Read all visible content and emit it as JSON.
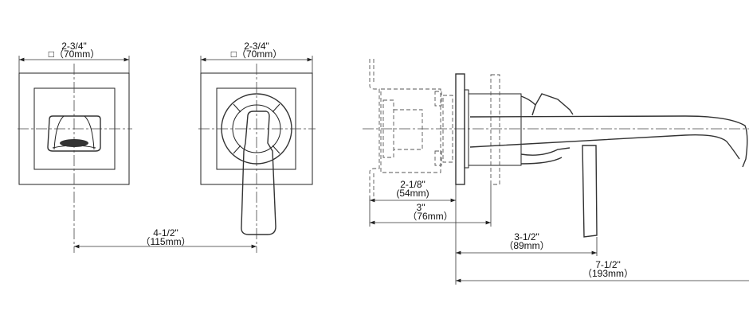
{
  "front_view_1": {
    "dim_in": "2-3/4\"",
    "dim_mm": "□（70mm）"
  },
  "front_view_2": {
    "dim_in": "2-3/4\"",
    "dim_mm": "□（70mm）"
  },
  "center_spacing": {
    "dim_in": "4-1/2\"",
    "dim_mm": "（115mm）"
  },
  "side_view": {
    "dim_wall_depth": {
      "in": "2-1/8\"",
      "mm": "(54mm)"
    },
    "dim_max_depth": {
      "in": "3\"",
      "mm": "（76mm）"
    },
    "dim_lever_reach": {
      "in": "3-1/2\"",
      "mm": "（89mm）"
    },
    "dim_spout_reach": {
      "in": "7-1/2\"",
      "mm": "（193mm）"
    }
  }
}
